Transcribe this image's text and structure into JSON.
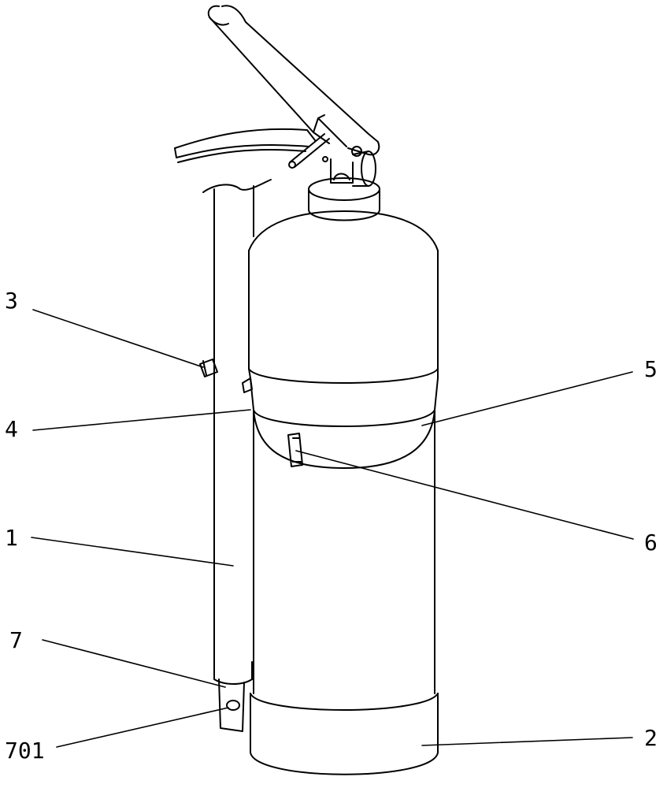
{
  "labels": {
    "l3": "3",
    "l4": "4",
    "l5": "5",
    "l6": "6",
    "l1": "1",
    "l7": "7",
    "l701": "701",
    "l2": "2"
  }
}
